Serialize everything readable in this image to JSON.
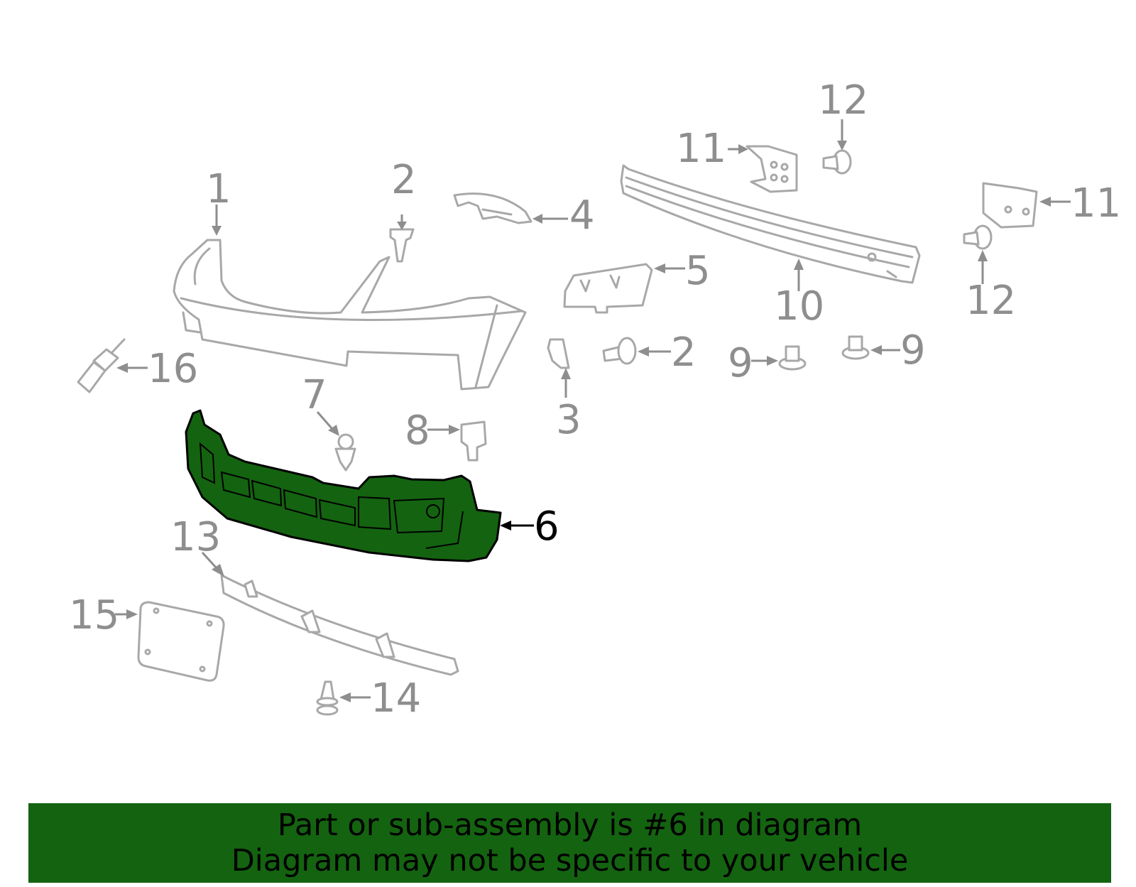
{
  "callouts": [
    {
      "id": "c1",
      "label": "1"
    },
    {
      "id": "c2a",
      "label": "2"
    },
    {
      "id": "c2b",
      "label": "2"
    },
    {
      "id": "c3",
      "label": "3"
    },
    {
      "id": "c4",
      "label": "4"
    },
    {
      "id": "c5",
      "label": "5"
    },
    {
      "id": "c6",
      "label": "6",
      "highlighted": true
    },
    {
      "id": "c7",
      "label": "7"
    },
    {
      "id": "c8",
      "label": "8"
    },
    {
      "id": "c9a",
      "label": "9"
    },
    {
      "id": "c9b",
      "label": "9"
    },
    {
      "id": "c10",
      "label": "10"
    },
    {
      "id": "c11a",
      "label": "11"
    },
    {
      "id": "c11b",
      "label": "11"
    },
    {
      "id": "c12a",
      "label": "12"
    },
    {
      "id": "c12b",
      "label": "12"
    },
    {
      "id": "c13",
      "label": "13"
    },
    {
      "id": "c14",
      "label": "14"
    },
    {
      "id": "c15",
      "label": "15"
    },
    {
      "id": "c16",
      "label": "16"
    }
  ],
  "banner": {
    "line1": "Part or sub-assembly is #6 in diagram",
    "line2": "Diagram may not be specific to your vehicle"
  },
  "colors": {
    "highlight": "#146310",
    "outline": "#a8a8a8",
    "label": "#8e8e8e"
  }
}
